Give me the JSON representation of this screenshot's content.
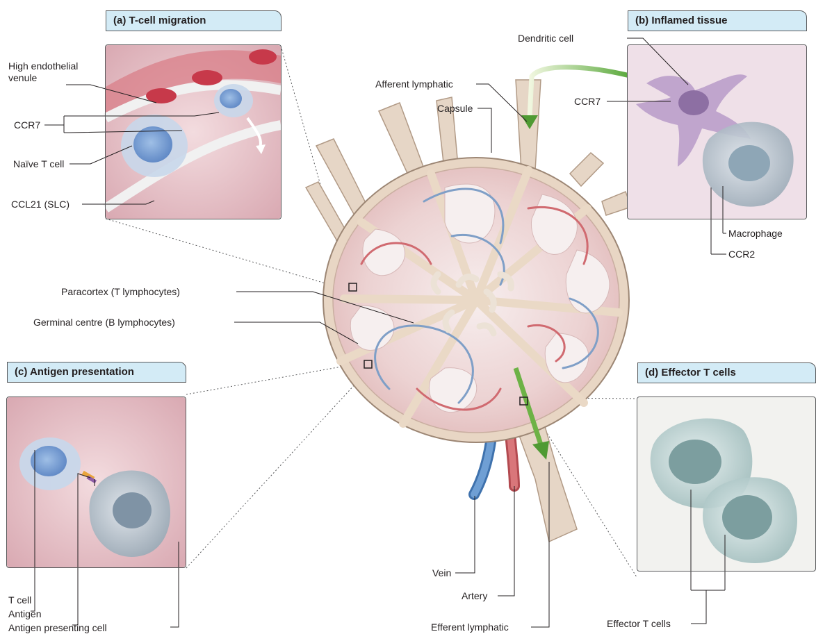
{
  "panels": {
    "a": {
      "title": "(a)  T-cell migration"
    },
    "b": {
      "title": "(b)  Inflamed tissue"
    },
    "c": {
      "title": "(c)  Antigen presentation"
    },
    "d": {
      "title": "(d)  Effector T cells"
    }
  },
  "labels": {
    "hev": "High endothelial\nvenule",
    "ccr7_a": "CCR7",
    "naive": "Naïve T cell",
    "ccl21": "CCL21 (SLC)",
    "dendritic": "Dendritic cell",
    "ccr7_b": "CCR7",
    "macrophage": "Macrophage",
    "ccr2": "CCR2",
    "afferent": "Afferent lymphatic",
    "capsule": "Capsule",
    "paracortex": "Paracortex (T lymphocytes)",
    "germinal": "Germinal centre (B lymphocytes)",
    "tcell": "T cell",
    "antigen": "Antigen",
    "apc": "Antigen presenting cell",
    "vein": "Vein",
    "artery": "Artery",
    "efferent": "Efferent lymphatic",
    "effector": "Effector T cells"
  },
  "colors": {
    "tag_fill": "#d3ebf6",
    "border": "#58595b",
    "node_fill": "#f2dcdc",
    "capsule": "#e3d3c1",
    "artery": "#d5686d",
    "vein": "#5b8fc7",
    "arrow": "#6db246"
  }
}
